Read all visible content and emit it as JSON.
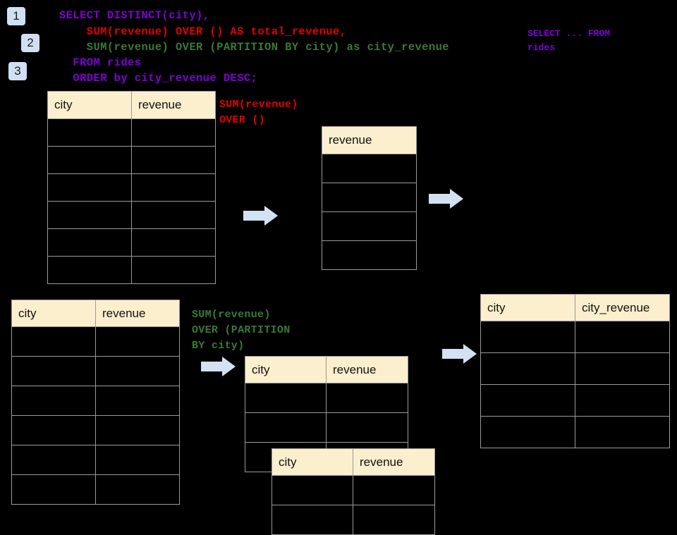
{
  "page": {
    "background": "#000000",
    "badge_color": "#cfe0f2",
    "arrow_color": "#d3e2f2",
    "header_fill": "#fcefce",
    "grid_color": "#9a9a9a"
  },
  "steps": [
    {
      "label": "1"
    },
    {
      "label": "2"
    },
    {
      "label": "3"
    }
  ],
  "sql": {
    "lines": [
      {
        "text": "SELECT DISTINCT(city),",
        "color": "#7f00d4"
      },
      {
        "text": "    SUM(revenue) OVER () AS total_revenue,",
        "color": "#e00000"
      },
      {
        "text": "    SUM(revenue) OVER (PARTITION BY city) as city_revenue",
        "color": "#3a7a35"
      },
      {
        "text": "  FROM rides",
        "color": "#7f00d4"
      },
      {
        "text": "  ORDER by city_revenue DESC;",
        "color": "#7f00d4"
      }
    ]
  },
  "annotations": {
    "source_note": "SELECT ... FROM\nrides",
    "total_revenue_note": "SUM(revenue)\nOVER ()",
    "city_revenue_note": "SUM(revenue)\nOVER (PARTITION\nBY city)"
  },
  "tables": {
    "rides_source": {
      "name": "rides-source-table",
      "headers": [
        "city",
        "revenue"
      ],
      "row_count": 6
    },
    "total_revenue": {
      "name": "total-revenue-table",
      "headers": [
        "revenue"
      ],
      "row_count": 4
    },
    "rides_source_2": {
      "name": "rides-source-table-2",
      "headers": [
        "city",
        "revenue"
      ],
      "row_count": 6
    },
    "partition_back": {
      "name": "partition-table-back",
      "headers": [
        "city",
        "revenue"
      ],
      "row_count": 3
    },
    "partition_front": {
      "name": "partition-table-front",
      "headers": [
        "city",
        "revenue"
      ],
      "row_count": 2
    },
    "result": {
      "name": "result-table",
      "headers": [
        "city",
        "city_revenue"
      ],
      "row_count": 4
    }
  },
  "arrows": [
    {
      "name": "arrow-source-to-total"
    },
    {
      "name": "arrow-total-to-result"
    },
    {
      "name": "arrow-source2-to-partition"
    },
    {
      "name": "arrow-partition-to-result"
    }
  ]
}
